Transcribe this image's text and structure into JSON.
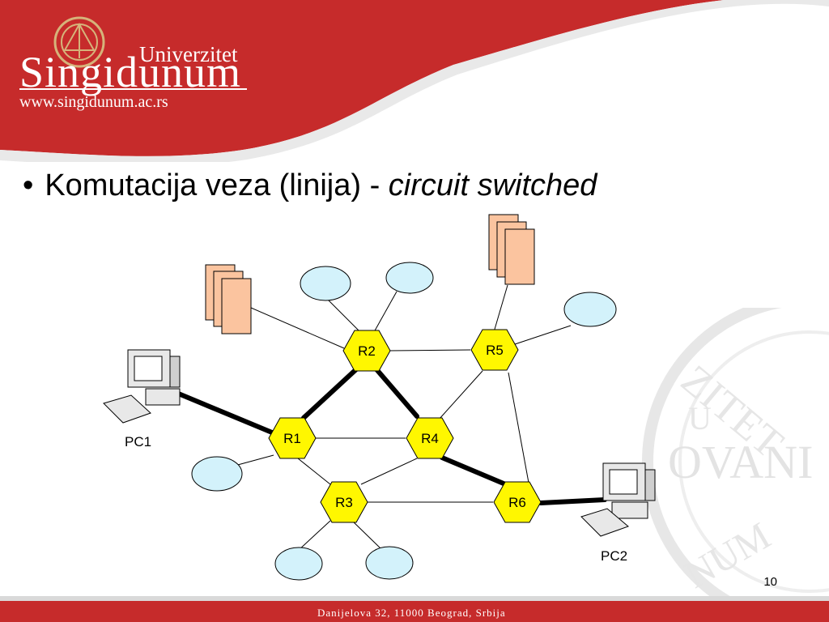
{
  "header": {
    "brand_top": "Univerzitet",
    "brand_main": "Singidunum",
    "brand_url": "www.singidunum.ac.rs",
    "colors": {
      "primary": "#c62b2b",
      "gold": "#d6b37a"
    }
  },
  "bullet": {
    "text": "Komutacija veza (linija) - ",
    "emphasis": "circuit switched"
  },
  "diagram": {
    "routers": [
      "R1",
      "R2",
      "R3",
      "R4",
      "R5",
      "R6"
    ],
    "computers": [
      "PC1",
      "PC2"
    ]
  },
  "slide_number": "10",
  "footer": "Danijelova 32, 11000 Beograd, Srbija",
  "watermark_text": [
    "ZITET",
    "U",
    "OVANI",
    "NUM"
  ]
}
